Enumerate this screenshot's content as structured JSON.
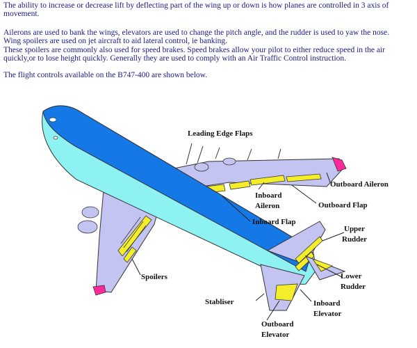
{
  "intro": {
    "para1": "The ability to increase or decrease lift by deflecting part of the wing up or down is how planes are controlled in 3 axis of movement.",
    "para2": "Ailerons are used to bank the wings, elevators are used to change the pitch angle, and the rudder is used to yaw the nose.",
    "para3": "Wing spoilers are used on jet aircraft to aid lateral control, ie banking.",
    "para4": "These spoilers  are commonly also used for speed brakes.  Speed brakes allow your pilot to either reduce speed in the air quickly,or to lose height quickly. Generally they are used to comply with an Air Traffic Control instruction.",
    "para5": "The flight controls available on the B747-400 are shown below."
  },
  "labels": {
    "leading_edge_flaps": "Leading Edge Flaps",
    "outboard_aileron": "Outboard Aileron",
    "inboard_aileron_1": "Inboard",
    "inboard_aileron_2": "Aileron",
    "outboard_flap": "Outboard Flap",
    "inboard_flap": "Inboard Flap",
    "upper_rudder_1": "Upper",
    "upper_rudder_2": "Rudder",
    "lower_rudder_1": "Lower",
    "lower_rudder_2": "Rudder",
    "spoilers": "Spoilers",
    "stabliser": "Stabliser",
    "inboard_elevator_1": "Inboard",
    "inboard_elevator_2": "Elevator",
    "outboard_elevator_1": "Outboard",
    "outboard_elevator_2": "Elevator"
  },
  "colors": {
    "text_blue": "#1a1a8a",
    "fuselage_top": "#1478e6",
    "fuselage_light": "#8ff2f2",
    "wing": "#c4c4f2",
    "control_surface": "#f4ee2a",
    "wingtip": "#ff2a9a"
  }
}
